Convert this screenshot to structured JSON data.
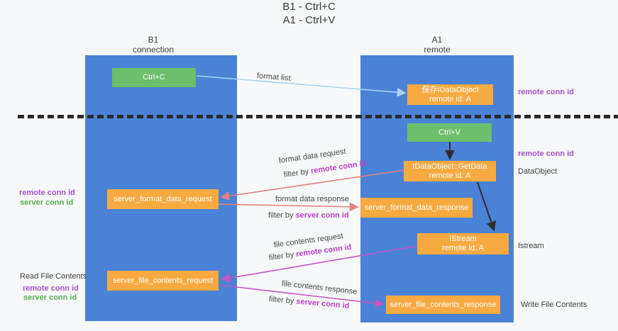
{
  "title": {
    "line1": "B1 - Ctrl+C",
    "line2": "A1 - Ctrl+V"
  },
  "columns": {
    "left": {
      "header_line1": "B1",
      "header_line2": "connection"
    },
    "right": {
      "header_line1": "A1",
      "header_line2": "remote"
    }
  },
  "boxes": {
    "ctrl_c": {
      "label": "Ctrl+C"
    },
    "ctrl_v": {
      "label": "Ctrl+V"
    },
    "save_idataobject": {
      "line1": "保存IDataObject",
      "line2": "remote id: A"
    },
    "getdata": {
      "line1": "IDataObject::GetData",
      "line2": "remote id: A"
    },
    "istream": {
      "line1": "IStream",
      "line2": "remote id: A"
    },
    "format_request": {
      "label": "server_format_data_request"
    },
    "format_response": {
      "label": "server_format_data_response"
    },
    "file_request": {
      "label": "server_file_contents_request"
    },
    "file_response": {
      "label": "server_file_contents_response"
    }
  },
  "flows": {
    "format_list": {
      "label": "format list"
    },
    "format_data_request": {
      "label": "format data request",
      "filter_prefix": "filter by ",
      "filter_key": "remote conn id"
    },
    "format_data_response": {
      "label": "format data response",
      "filter_prefix": "filter by ",
      "filter_key": "server conn id"
    },
    "file_contents_request": {
      "label": "file contents request",
      "filter_prefix": "filter by ",
      "filter_key": "remote conn id"
    },
    "file_contents_response": {
      "label": "file contents response",
      "filter_prefix": "filter by ",
      "filter_key": "server conn id"
    }
  },
  "annotations": {
    "left": [
      {
        "text": "remote conn id"
      },
      {
        "text": "server conn id"
      },
      {
        "text": "Read File Contents"
      },
      {
        "text": "remote conn id"
      },
      {
        "text": "server conn id"
      }
    ],
    "right": [
      {
        "text": "remote conn id"
      },
      {
        "text": "remote conn id"
      },
      {
        "text": "DataObject"
      },
      {
        "text": "Istream"
      },
      {
        "text": "Write File Contents"
      }
    ]
  },
  "colors": {
    "column_blue": "#4a82d5",
    "box_green": "#6cc06c",
    "box_orange": "#f8aa42",
    "arrow_light_blue": "#a6d5f2",
    "arrow_black": "#2d2d2d",
    "arrow_salmon": "#e38080",
    "arrow_magenta": "#c654c6",
    "label_purple": "#a254c8",
    "label_magenta": "#bf3ecb",
    "label_green": "#53af53",
    "background": "#f7f8f9"
  }
}
